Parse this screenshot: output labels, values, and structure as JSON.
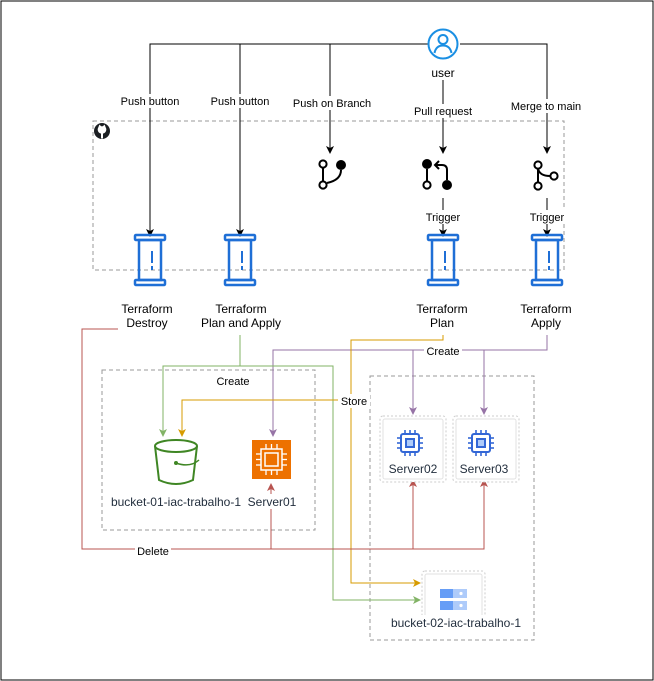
{
  "user": {
    "label": "user"
  },
  "edges": {
    "push_button_destroy": "Push button",
    "push_button_plan_apply": "Push button",
    "push_on_branch": "Push on Branch",
    "pull_request": "Pull request",
    "merge_to_main": "Merge to main",
    "trigger_plan": "Trigger",
    "trigger_apply": "Trigger",
    "create_top": "Create",
    "create_left": "Create",
    "store": "Store",
    "delete": "Delete"
  },
  "pipelines": {
    "destroy": {
      "line1": "Terraform",
      "line2": "Destroy"
    },
    "plan_apply": {
      "line1": "Terraform",
      "line2": "Plan and Apply"
    },
    "plan": {
      "line1": "Terraform",
      "line2": "Plan"
    },
    "apply": {
      "line1": "Terraform",
      "line2": "Apply"
    }
  },
  "resources": {
    "bucket1": "bucket-01-iac-trabalho-1",
    "server1": "Server01",
    "server2": "Server02",
    "server3": "Server03",
    "bucket2": "bucket-02-iac-trabalho-1"
  },
  "colors": {
    "black": "#000000",
    "purple": "#9673a6",
    "green": "#82b366",
    "orange": "#d79b00",
    "red": "#b85450",
    "ec2_orange": "#ed7100",
    "s3_green": "#3f8624",
    "pipeline_blue": "#1f6fd6",
    "user_blue": "#1a8fe3"
  }
}
